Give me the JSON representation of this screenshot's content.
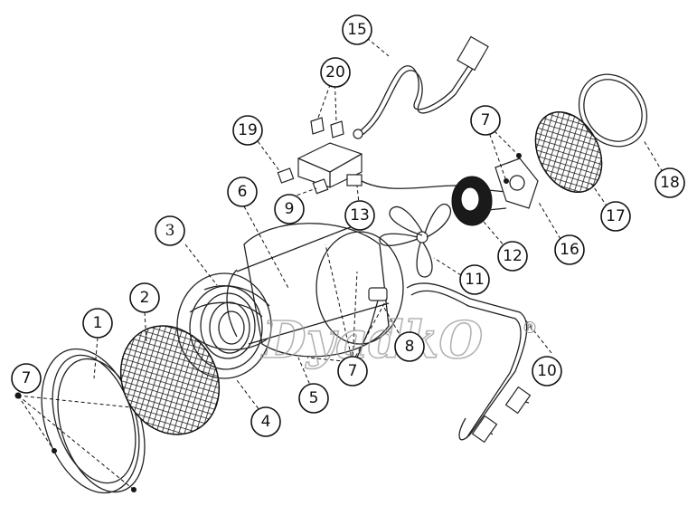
{
  "diagram": {
    "callouts": [
      {
        "id": "c1",
        "label": "1"
      },
      {
        "id": "c2",
        "label": "2"
      },
      {
        "id": "c3",
        "label": "3"
      },
      {
        "id": "c4",
        "label": "4"
      },
      {
        "id": "c5",
        "label": "5"
      },
      {
        "id": "c6",
        "label": "6"
      },
      {
        "id": "c7a",
        "label": "7"
      },
      {
        "id": "c7b",
        "label": "7"
      },
      {
        "id": "c7c",
        "label": "7"
      },
      {
        "id": "c8",
        "label": "8"
      },
      {
        "id": "c9",
        "label": "9"
      },
      {
        "id": "c10",
        "label": "10"
      },
      {
        "id": "c11",
        "label": "11"
      },
      {
        "id": "c12",
        "label": "12"
      },
      {
        "id": "c13",
        "label": "13"
      },
      {
        "id": "c15",
        "label": "15"
      },
      {
        "id": "c16",
        "label": "16"
      },
      {
        "id": "c17",
        "label": "17"
      },
      {
        "id": "c18",
        "label": "18"
      },
      {
        "id": "c19",
        "label": "19"
      },
      {
        "id": "c20",
        "label": "20"
      }
    ]
  },
  "watermark": {
    "text": "DyadkO",
    "mark": "®"
  }
}
